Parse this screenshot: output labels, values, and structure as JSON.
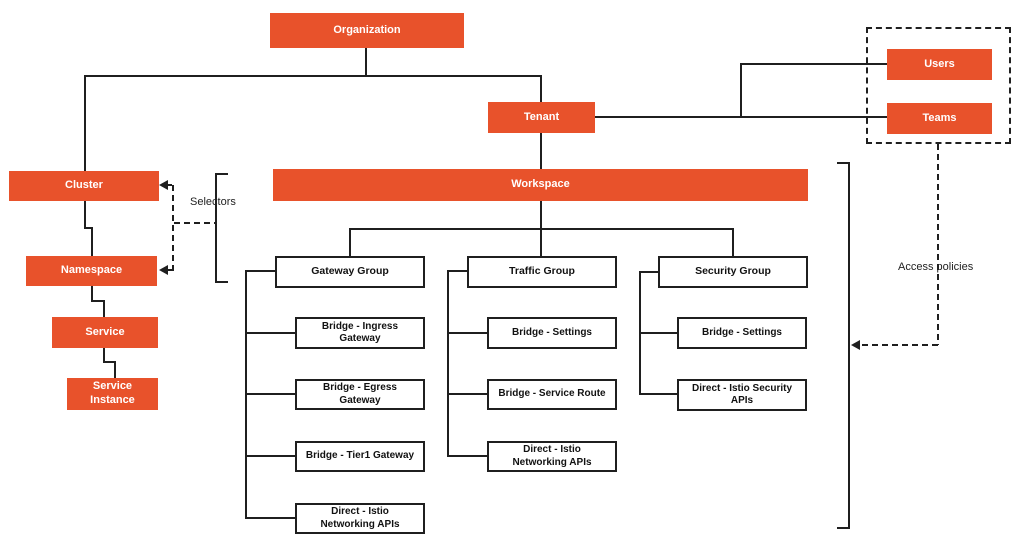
{
  "colors": {
    "accent": "#E8522B",
    "line": "#1F1F1F"
  },
  "nodes": {
    "organization": "Organization",
    "tenant": "Tenant",
    "workspace": "Workspace",
    "cluster": "Cluster",
    "namespace": "Namespace",
    "service": "Service",
    "service_instance": "Service\nInstance",
    "users": "Users",
    "teams": "Teams"
  },
  "groups": {
    "gateway": {
      "label": "Gateway Group",
      "children": [
        "Bridge - Ingress\nGateway",
        "Bridge - Egress\nGateway",
        "Bridge - Tier1 Gateway",
        "Direct - Istio\nNetworking APIs"
      ]
    },
    "traffic": {
      "label": "Traffic Group",
      "children": [
        "Bridge - Settings",
        "Bridge - Service Route",
        "Direct - Istio\nNetworking APIs"
      ]
    },
    "security": {
      "label": "Security Group",
      "children": [
        "Bridge - Settings",
        "Direct - Istio Security\nAPIs"
      ]
    }
  },
  "annotations": {
    "selectors": "Selectors",
    "access_policies": "Access policies"
  }
}
